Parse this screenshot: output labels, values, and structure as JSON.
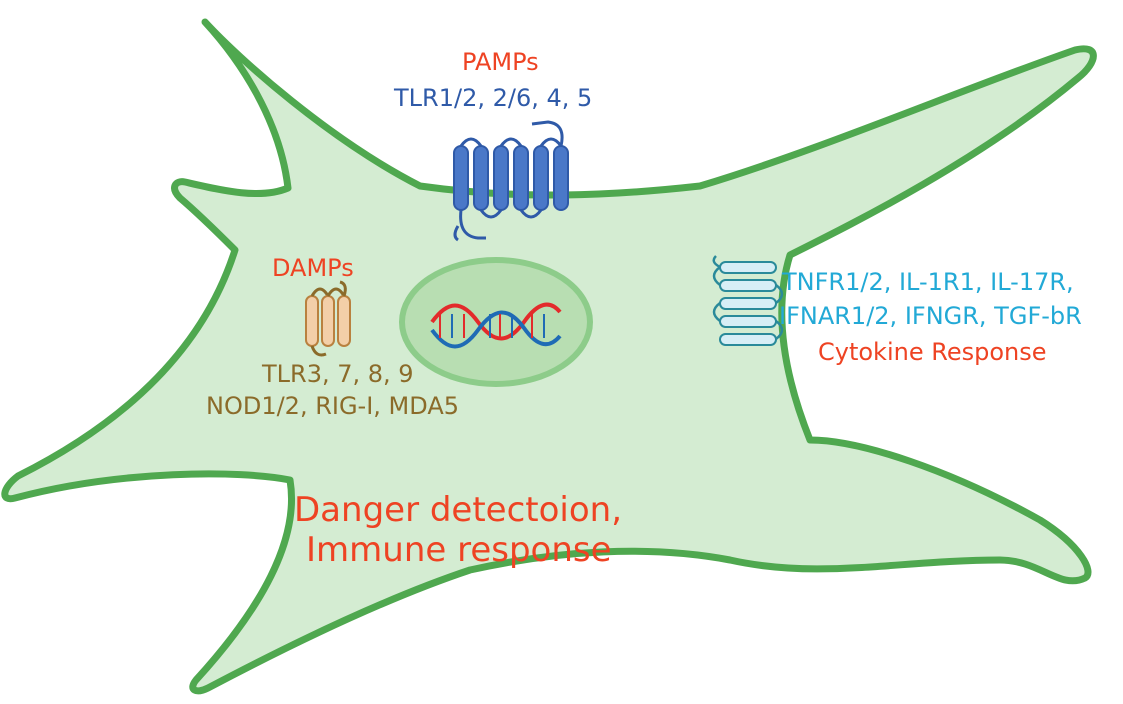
{
  "labels": {
    "pamps": "PAMPs",
    "tlr_surface": "TLR1/2, 2/6, 4, 5",
    "damps": "DAMPs",
    "tlr_endosomal": "TLR3, 7, 8, 9",
    "cytosolic_sensors": "NOD1/2, RIG-I, MDA5",
    "cytokine_receptors_line1": "TNFR1/2, IL-1R1, IL-17R,",
    "cytokine_receptors_line2": "IFNAR1/2, IFNGR, TGF-bR",
    "cytokine_response": "Cytokine Response",
    "danger_line1": "Danger detectoion,",
    "danger_line2": "Immune response"
  },
  "colors": {
    "cell_fill": "#d4ecd2",
    "cell_outline": "#4fa84f",
    "nucleus_fill": "#b8deb2",
    "nucleus_outline": "#8dcc8a",
    "dna_red": "#e32b2b",
    "dna_blue": "#1f6bb5",
    "title_red": "#ee4323",
    "surface_tlr_blue": "#2f5aa8",
    "surface_tlr_fill": "#4a78c8",
    "endosomal_brown": "#8b6b2a",
    "endosomal_fill": "#f3cfa8",
    "endosomal_outline": "#b9813f",
    "cytokine_cyan": "#22a9d6",
    "cytokine_fill": "#d7eef6",
    "cytokine_outline": "#2a8a9a"
  }
}
